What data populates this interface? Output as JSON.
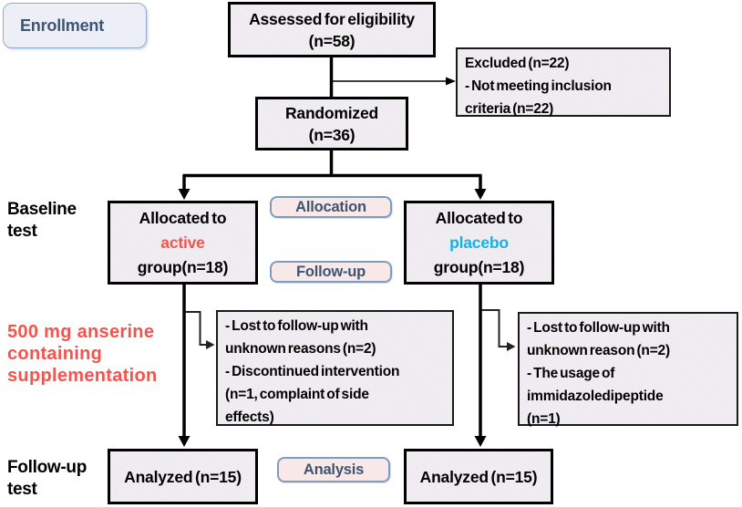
{
  "stages": {
    "enrollment": "Enrollment",
    "allocation": "Allocation",
    "follow_up": "Follow-up",
    "analysis": "Analysis"
  },
  "side_notes": {
    "baseline": [
      "Baseline",
      "test"
    ],
    "intervention": [
      "500 mg anserine",
      "containing",
      "supplementation"
    ],
    "followup_test": [
      "Follow-up",
      "test"
    ]
  },
  "boxes": {
    "assessed": [
      "Assessed for eligibility",
      "(n=58)"
    ],
    "excluded": [
      "Excluded (n=22)",
      "- Not meeting inclusion",
      "criteria (n=22)"
    ],
    "randomized": [
      "Randomized",
      "(n=36)"
    ],
    "active": {
      "line1": "Allocated to",
      "highlight": "active",
      "line3": "group(n=18)"
    },
    "placebo": {
      "line1": "Allocated to",
      "highlight": "placebo",
      "line3": "group(n=18)"
    },
    "lost_active": [
      "- Lost to follow-up with",
      "unknown reasons (n=2)",
      "- Discontinued intervention",
      "(n=1, complaint of side",
      "effects)"
    ],
    "lost_placebo": [
      "- Lost to follow-up with",
      "unknown reason (n=2)",
      "- The usage of",
      "immidazoledipeptide",
      " (n=1)"
    ],
    "analyzed_active": "Analyzed (n=15)",
    "analyzed_placebo": "Analyzed (n=15)"
  },
  "colors": {
    "active_highlight": "#f4534e",
    "placebo_highlight": "#15b1e8",
    "intervention_note_text": "#f4534e",
    "stage_label_text": "#3d5472",
    "stage_label_fill": "#f9e8e8",
    "stage_label_border": "#7e9cc0",
    "enrollment_fill": "#edeff6",
    "enrollment_border": "#8fadd1",
    "node_fill": "#f1eef2",
    "node_border": "#000000"
  }
}
